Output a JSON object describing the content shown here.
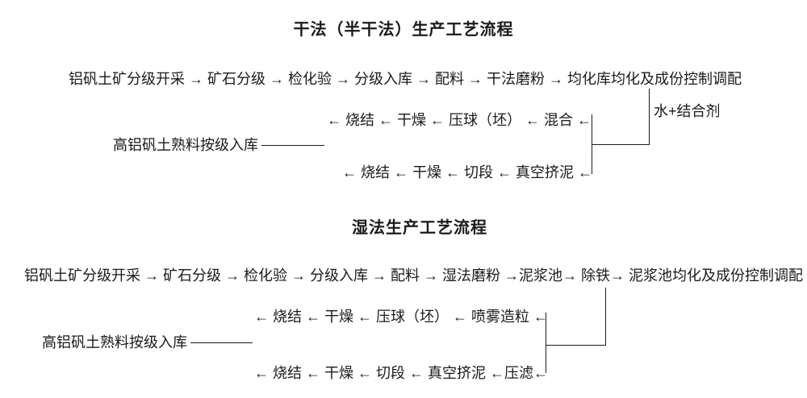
{
  "page": {
    "background": "#ffffff",
    "text_color": "#1a1a1a",
    "line_color": "#1c1c1c"
  },
  "dry_process": {
    "title": "干法（半干法）生产工艺流程",
    "main_flow": "铝矾土矿分级开采 → 矿石分级 → 检化验 → 分级入库 → 配料 → 干法磨粉 → 均化库均化及成份控制调配",
    "additive_label": "水+结合剂",
    "mix_flow": "← 烧结 ← 干燥 ← 压球（坯） ← 混合 ←",
    "storage_label": "高铝矾土熟料按级入库",
    "extrusion_flow": "← 烧结 ← 干燥 ← 切段 ← 真空挤泥 ←"
  },
  "wet_process": {
    "title": "湿法生产工艺流程",
    "main_flow": "铝矾土矿分级开采 → 矿石分级 → 检化验 → 分级入库 → 配料 → 湿法磨粉 →泥浆池→ 除铁→ 泥浆池均化及成份控制调配",
    "granulation_flow": "← 烧结 ← 干燥 ← 压球（坯） ← 喷雾造粒 ←",
    "storage_label": "高铝矾土熟料按级入库",
    "extrusion_flow": "← 烧结 ← 干燥 ← 切段 ← 真空挤泥 ←压滤←"
  }
}
